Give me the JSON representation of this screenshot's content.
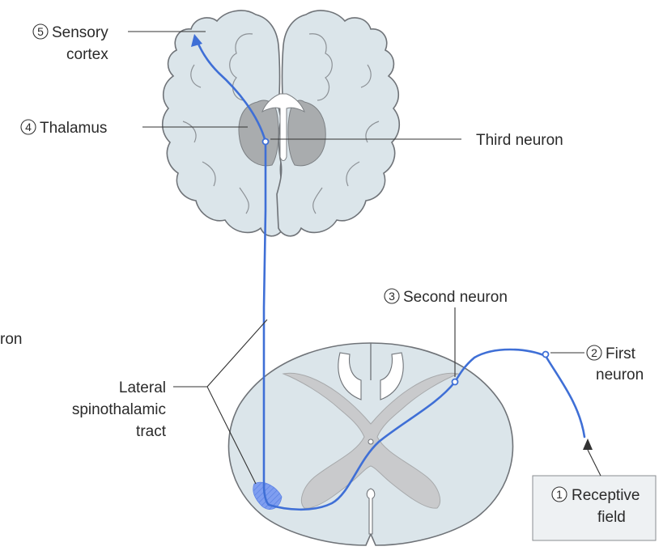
{
  "colors": {
    "brain_fill": "#dbe5ea",
    "brain_outline": "#6f7378",
    "gray_matter": "#cfd0d2",
    "thalamus": "#a9acae",
    "pathway": "#3f6fd6",
    "tract_highlight": "#7f9ef0",
    "receptor_box": "#eef1f3"
  },
  "labels": {
    "sensory_cortex": {
      "number": "5",
      "line1": "Sensory",
      "line2": "cortex"
    },
    "thalamus": {
      "number": "4",
      "text": "Thalamus"
    },
    "third_neuron": {
      "text": "Third neuron"
    },
    "second_neuron": {
      "number": "3",
      "text": "Second neuron"
    },
    "first_neuron": {
      "number": "2",
      "line1": "First",
      "line2": "neuron"
    },
    "receptive_field": {
      "number": "1",
      "line1": "Receptive",
      "line2": "field"
    },
    "lateral_tract": {
      "line1": "Lateral",
      "line2": "spinothalamic",
      "line3": "tract"
    },
    "fragment": {
      "text": "ron"
    }
  },
  "icons": {
    "arrow": "arrowhead-icon",
    "neuron": "neuron-body-icon"
  }
}
